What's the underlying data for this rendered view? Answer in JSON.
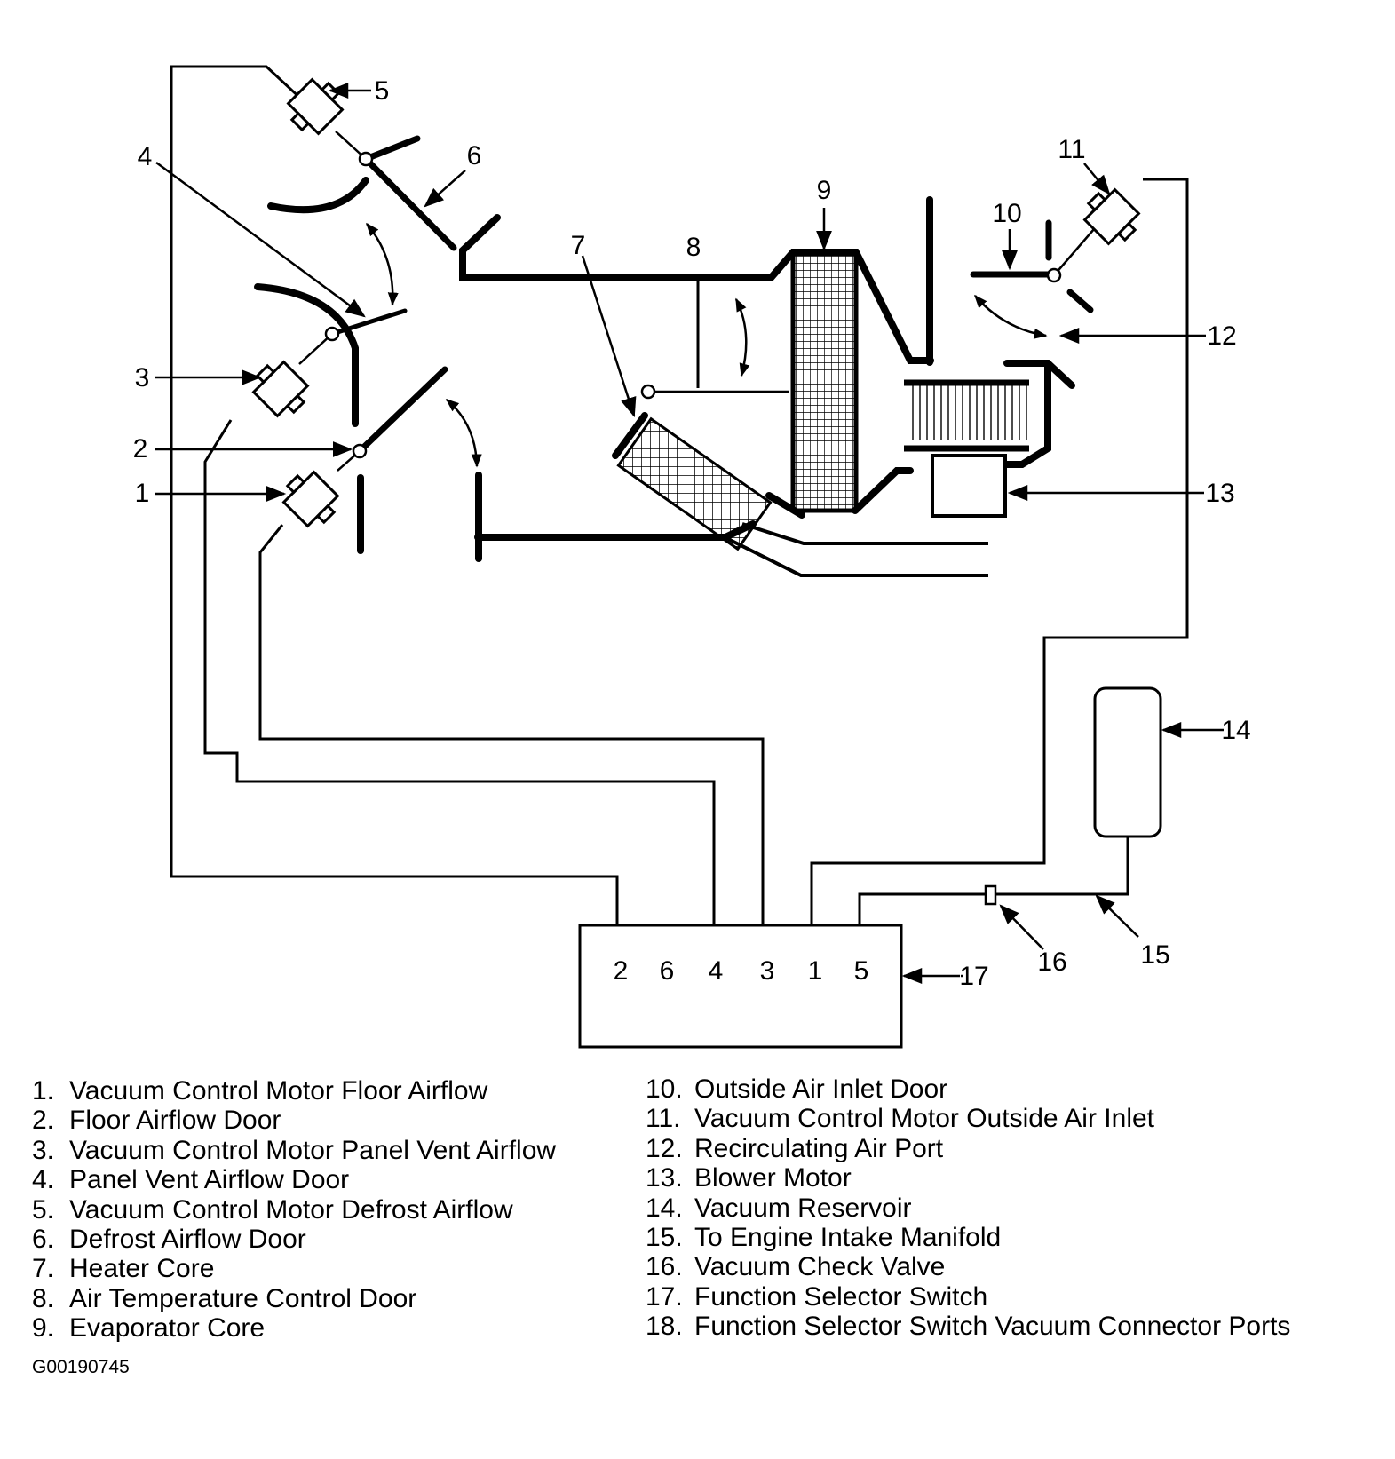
{
  "callouts": {
    "c1": "1",
    "c2": "2",
    "c3": "3",
    "c4": "4",
    "c5": "5",
    "c6": "6",
    "c7": "7",
    "c8": "8",
    "c9": "9",
    "c10": "10",
    "c11": "11",
    "c12": "12",
    "c13": "13",
    "c14": "14",
    "c15": "15",
    "c16": "16",
    "c17": "17"
  },
  "switch_ports": [
    "2",
    "6",
    "4",
    "3",
    "1",
    "5"
  ],
  "legend_left": [
    {
      "num": "1.",
      "text": "Vacuum Control Motor Floor Airflow"
    },
    {
      "num": "2.",
      "text": "Floor Airflow Door"
    },
    {
      "num": "3.",
      "text": "Vacuum Control Motor Panel Vent Airflow"
    },
    {
      "num": "4.",
      "text": "Panel Vent Airflow Door"
    },
    {
      "num": "5.",
      "text": "Vacuum Control Motor Defrost Airflow"
    },
    {
      "num": "6.",
      "text": "Defrost Airflow Door"
    },
    {
      "num": "7.",
      "text": "Heater Core"
    },
    {
      "num": "8.",
      "text": "Air Temperature Control Door"
    },
    {
      "num": "9.",
      "text": "Evaporator Core"
    }
  ],
  "legend_right": [
    {
      "num": "10.",
      "text": "Outside Air Inlet Door"
    },
    {
      "num": "11.",
      "text": "Vacuum Control Motor Outside Air Inlet"
    },
    {
      "num": "12.",
      "text": "Recirculating Air Port"
    },
    {
      "num": "13.",
      "text": "Blower Motor"
    },
    {
      "num": "14.",
      "text": "Vacuum Reservoir"
    },
    {
      "num": "15.",
      "text": "To Engine Intake Manifold"
    },
    {
      "num": "16.",
      "text": "Vacuum Check Valve"
    },
    {
      "num": "17.",
      "text": "Function Selector Switch"
    },
    {
      "num": "18.",
      "text": "Function Selector Switch Vacuum Connector Ports"
    }
  ],
  "figure_id": "G00190745"
}
